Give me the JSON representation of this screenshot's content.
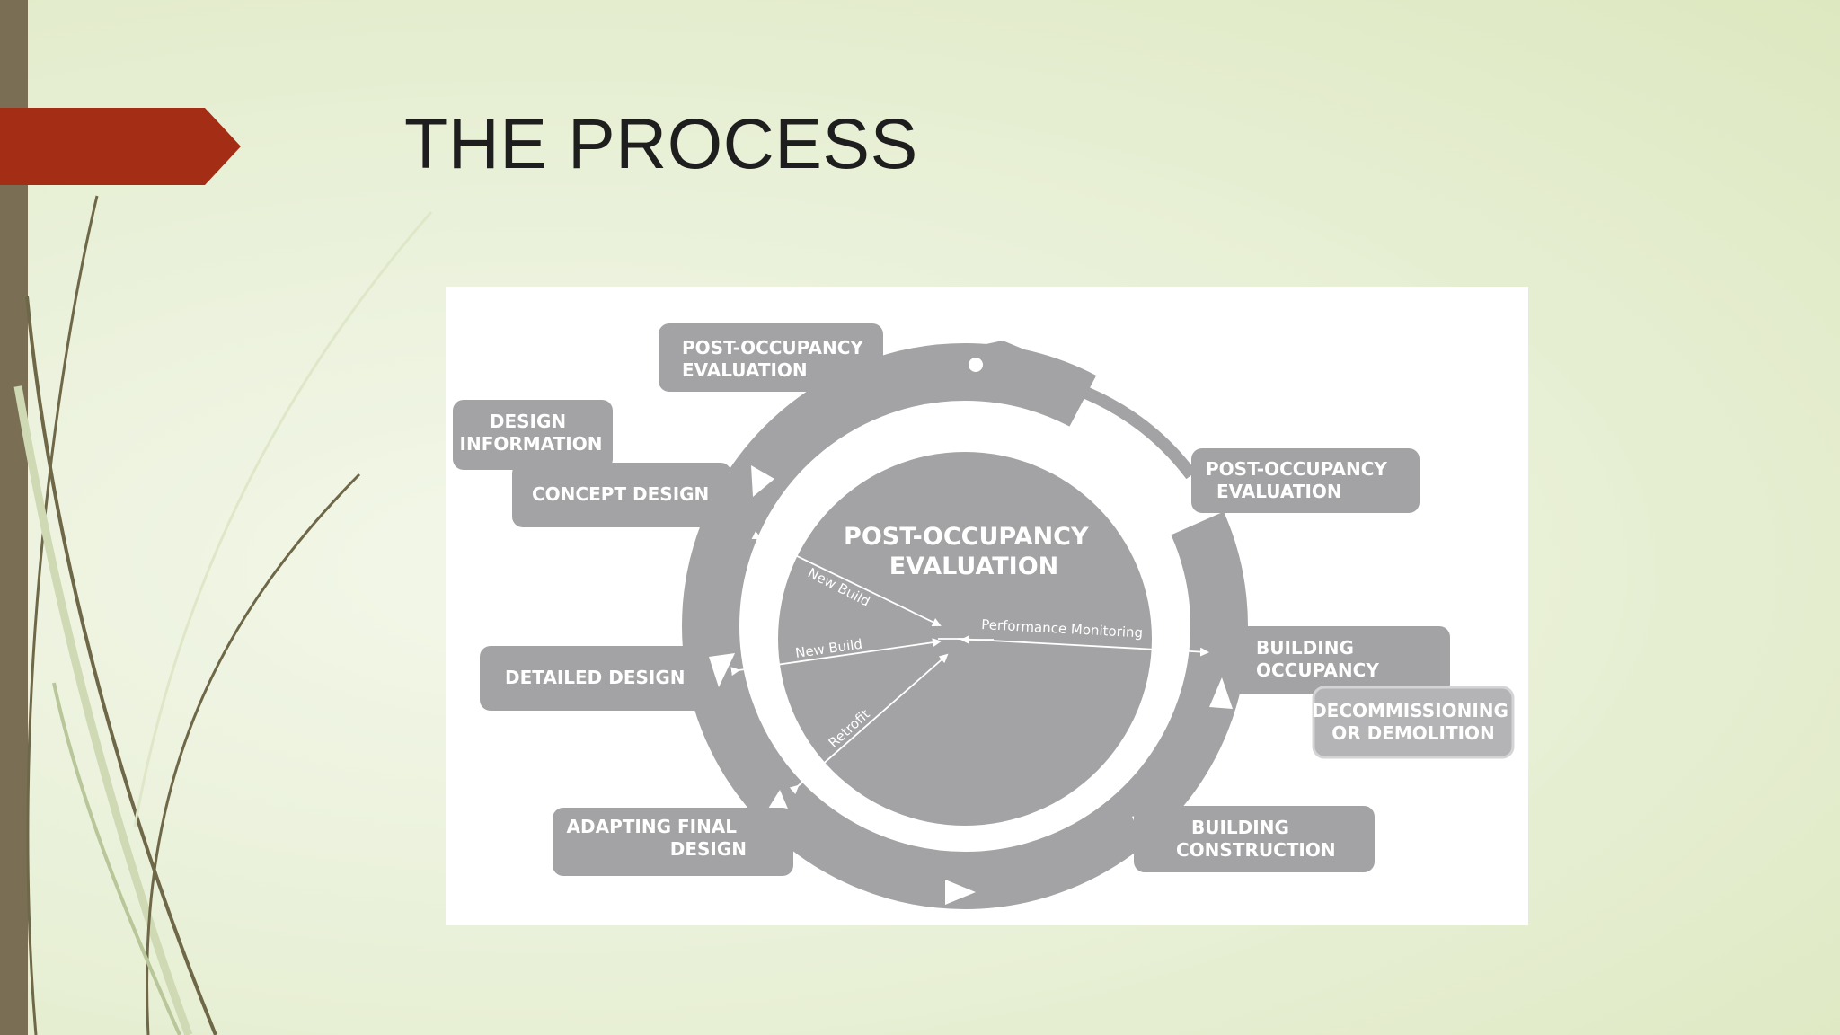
{
  "slide": {
    "title": "THE PROCESS"
  },
  "diagram": {
    "center_label": [
      "POST-OCCUPANCY",
      "EVALUATION"
    ],
    "stages": {
      "post_occupancy_top": [
        "POST-OCCUPANCY",
        "EVALUATION"
      ],
      "design_information": [
        "DESIGN",
        "INFORMATION"
      ],
      "concept_design": [
        "CONCEPT DESIGN"
      ],
      "detailed_design": [
        "DETAILED DESIGN"
      ],
      "adapting_final_design": [
        "ADAPTING FINAL",
        "DESIGN"
      ],
      "post_occupancy_right": [
        "POST-OCCUPANCY",
        "EVALUATION"
      ],
      "building_occupancy": [
        "BUILDING",
        "OCCUPANCY"
      ],
      "decommissioning": [
        "DECOMMISSIONING",
        "OR DEMOLITION"
      ],
      "building_construction": [
        "BUILDING",
        "CONSTRUCTION"
      ]
    },
    "routes": {
      "new_build_upper": "New Build",
      "new_build_lower": "New Build",
      "retrofit": "Retrofit",
      "performance_monitoring": "Performance Monitoring"
    },
    "colors": {
      "shape_gray": "#a3a3a5",
      "light_box_gray": "#b4b4b6",
      "arrow_white": "#ffffff"
    }
  },
  "theme": {
    "accent_arrow": "#a32d15",
    "side_bar": "#7a6f55",
    "background": "#eaf1da"
  }
}
